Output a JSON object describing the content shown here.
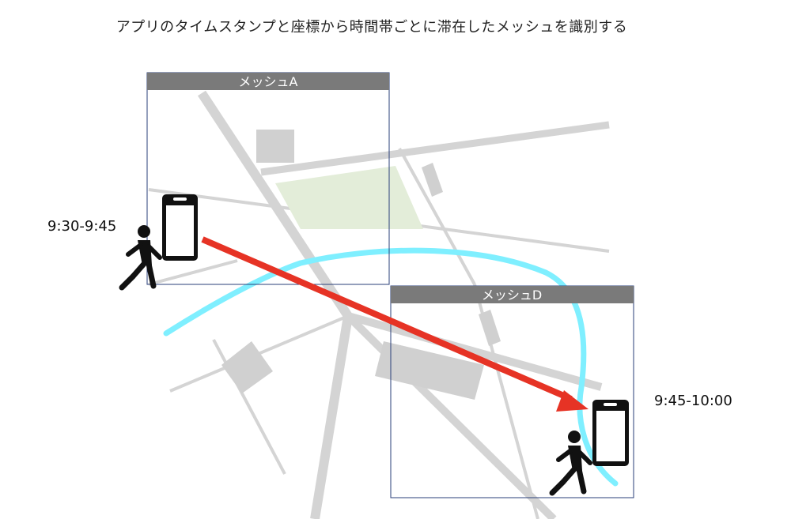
{
  "header": {
    "title": "アプリのタイムスタンプと座標から時間帯ごとに滞在したメッシュを識別する"
  },
  "meshes": [
    {
      "label": "メッシュA"
    },
    {
      "label": "メッシュD"
    }
  ],
  "times": {
    "start": "9:30-9:45",
    "end": "9:45-10:00"
  },
  "colors": {
    "mesh_header": "#7a7a7a",
    "mesh_border": "#2a3f7a",
    "road": "#d4d4d4",
    "park": "#e3edd9",
    "building": "#d0d0d0",
    "river": "#7fefff",
    "arrow": "#e63325",
    "figure": "#000000"
  },
  "icons": [
    "walking-person-icon",
    "smartphone-icon"
  ]
}
